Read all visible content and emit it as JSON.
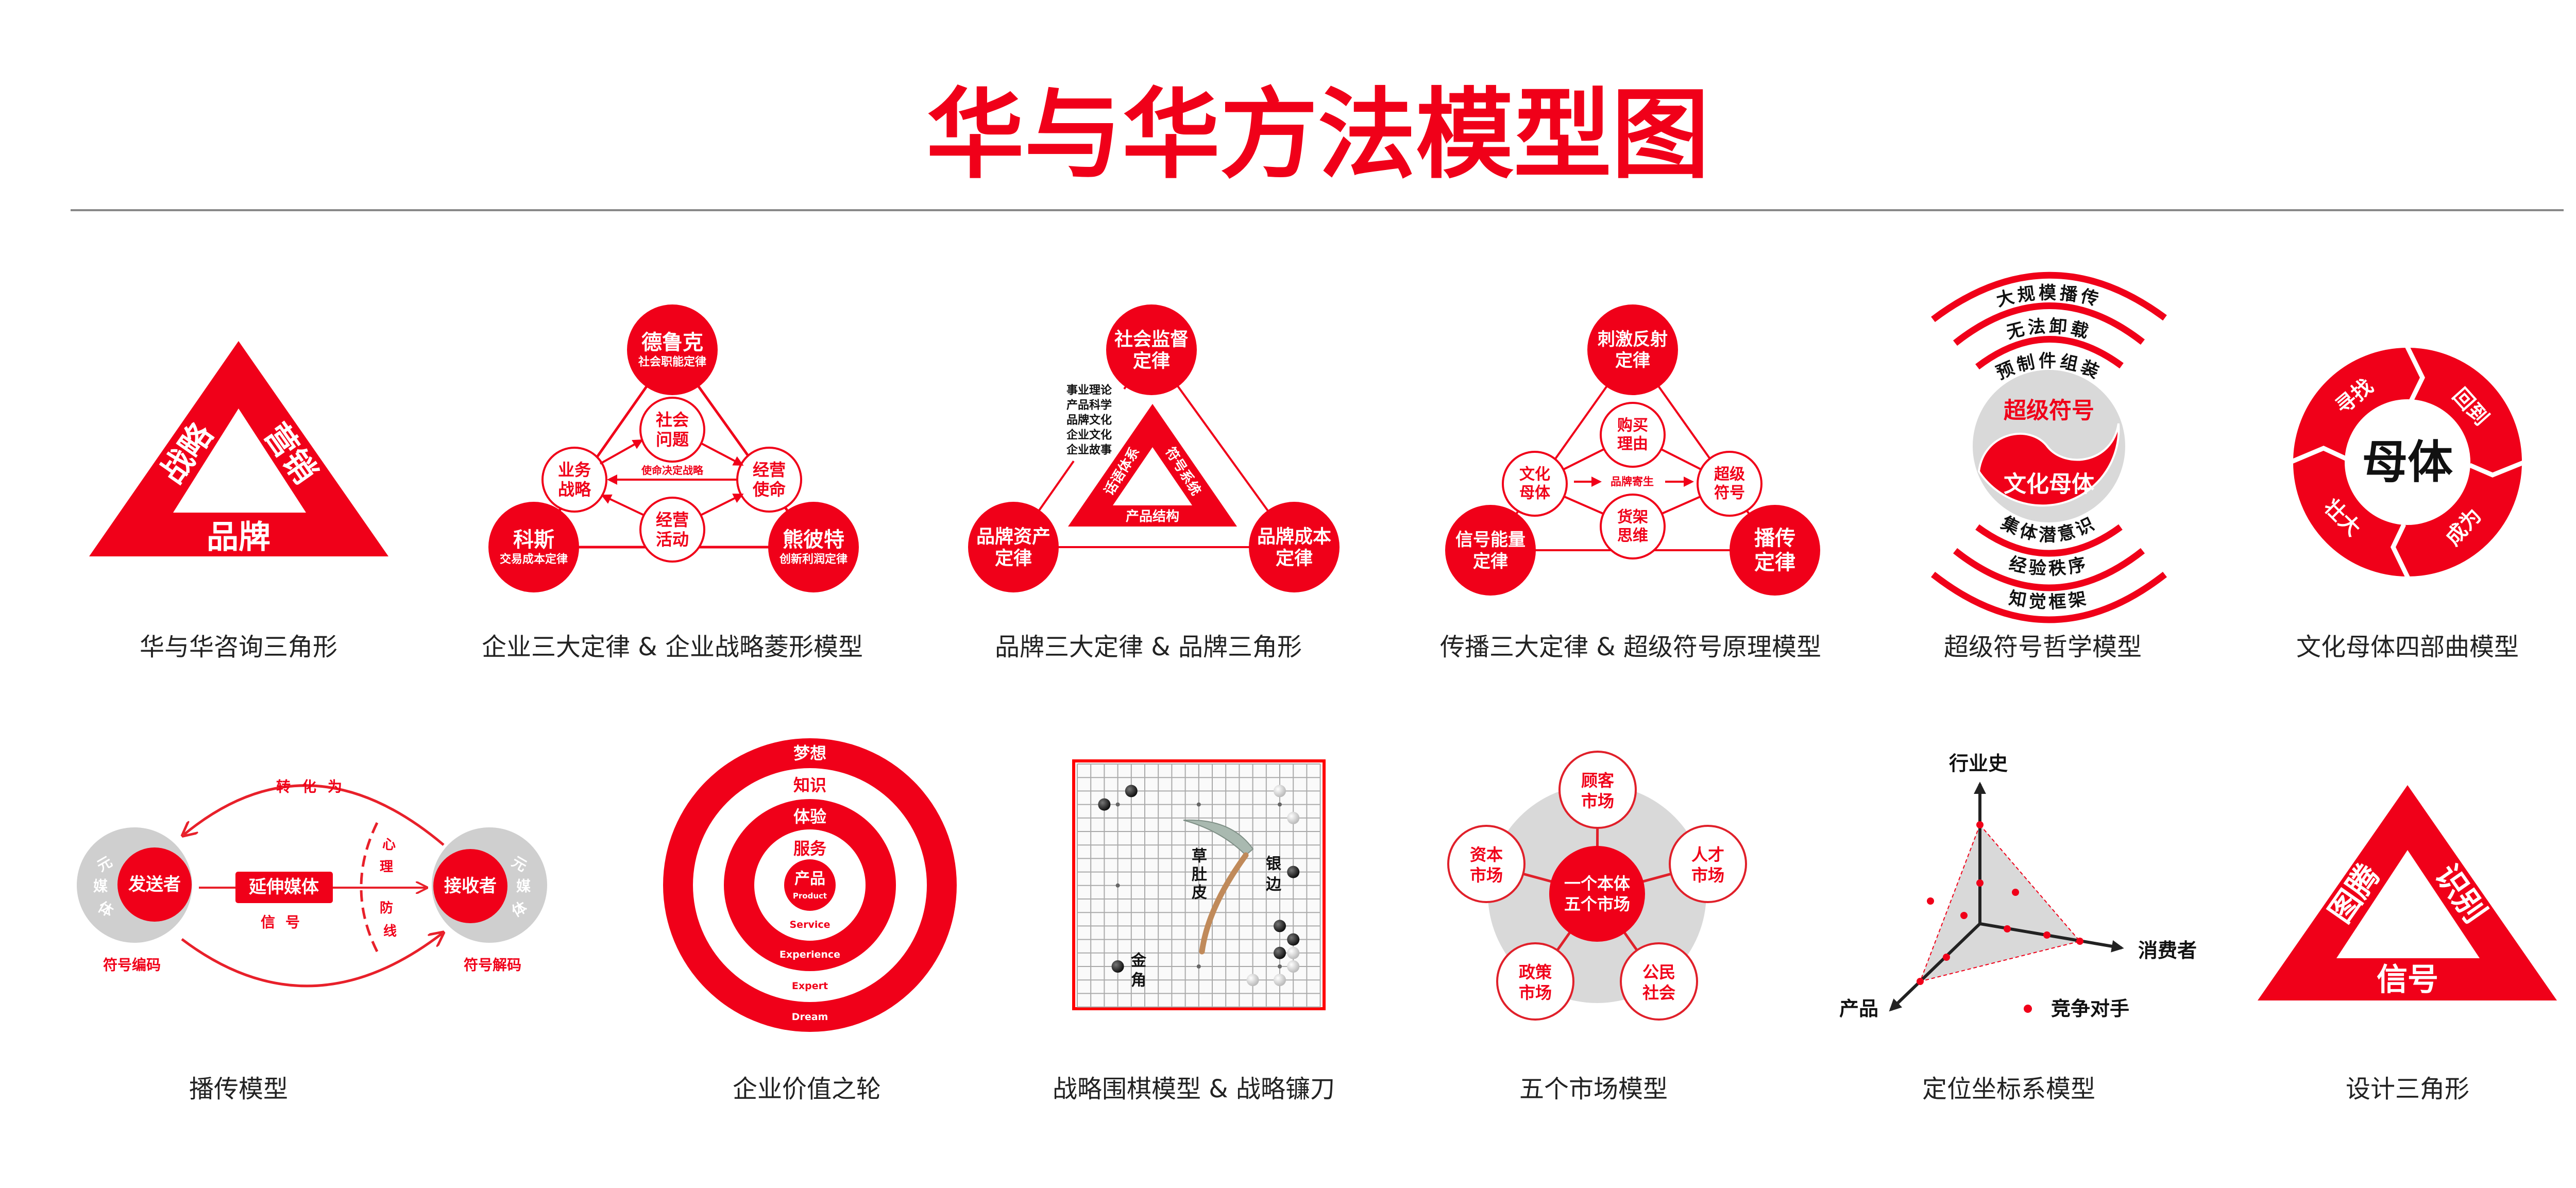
{
  "title": "华与华方法模型图",
  "colors": {
    "brand_red": "#f00019",
    "gray": "#d9d9d9",
    "text": "#222222"
  },
  "captions": {
    "row1": [
      "华与华咨询三角形",
      "企业三大定律 & 企业战略菱形模型",
      "品牌三大定律 & 品牌三角形",
      "传播三大定律 & 超级符号原理模型",
      "超级符号哲学模型",
      "文化母体四部曲模型"
    ],
    "row2": [
      "播传模型",
      "企业价值之轮",
      "战略围棋模型 & 战略镰刀",
      "五个市场模型",
      "定位坐标系模型",
      "设计三角形"
    ]
  },
  "hwh_triangle": {
    "left": "战略",
    "right": "营销",
    "bottom": "品牌"
  },
  "enterprise": {
    "top": {
      "name": "德鲁克",
      "law": "社会职能定律"
    },
    "left": {
      "name": "科斯",
      "law": "交易成本定律"
    },
    "right": {
      "name": "熊彼特",
      "law": "创新利润定律"
    },
    "inner_top": [
      "社会",
      "问题"
    ],
    "inner_left": [
      "业务",
      "战略"
    ],
    "inner_right": [
      "经营",
      "使命"
    ],
    "inner_bottom": [
      "经营",
      "活动"
    ],
    "arrow_label": "使命决定战略"
  },
  "brand": {
    "top": [
      "社会监督",
      "定律"
    ],
    "left": [
      "品牌资产",
      "定律"
    ],
    "right": [
      "品牌成本",
      "定律"
    ],
    "tri_left": "话语体系",
    "tri_right": "符号系统",
    "tri_bottom": "产品结构",
    "list": [
      "事业理论",
      "产品科学",
      "品牌文化",
      "企业文化",
      "企业故事"
    ]
  },
  "communication": {
    "top": [
      "刺激反射",
      "定律"
    ],
    "left": [
      "信号能量",
      "定律"
    ],
    "right": [
      "播传",
      "定律"
    ],
    "inner_top": [
      "购买",
      "理由"
    ],
    "inner_left": [
      "文化",
      "母体"
    ],
    "inner_right": [
      "超级",
      "符号"
    ],
    "inner_bottom": [
      "货架",
      "思维"
    ],
    "middle": "品牌寄生"
  },
  "super_symbol": {
    "top_arcs": [
      "大规模播传",
      "无法卸载",
      "预制件组装"
    ],
    "center_top": "超级符号",
    "center_bottom": "文化母体",
    "bottom_arcs": [
      "集体潜意识",
      "经验秩序",
      "知觉框架"
    ]
  },
  "culture_mother": {
    "center": "母体",
    "segments": [
      "寻找",
      "回到",
      "成为",
      "壮大"
    ]
  },
  "broadcast": {
    "sender": "发送者",
    "receiver": "接收者",
    "medium": "延伸媒体",
    "signal": "信号",
    "transform": "转化为",
    "encode": "符号编码",
    "decode": "符号解码",
    "meta_media": [
      "元",
      "媒",
      "体"
    ],
    "defense": [
      "心",
      "理",
      "防",
      "线"
    ]
  },
  "value_wheel": {
    "rings": [
      {
        "cn": "梦想",
        "en": "Dream"
      },
      {
        "cn": "知识",
        "en": "Expert"
      },
      {
        "cn": "体验",
        "en": "Experience"
      },
      {
        "cn": "服务",
        "en": "Service"
      },
      {
        "cn": "产品",
        "en": "Product"
      }
    ]
  },
  "go_board": {
    "size": 19,
    "labels": {
      "belly": [
        "草",
        "肚",
        "皮"
      ],
      "edge": [
        "银",
        "边"
      ],
      "corner": [
        "金",
        "角"
      ]
    },
    "stones": [
      {
        "color": "black",
        "col": 4,
        "row": 2
      },
      {
        "color": "black",
        "col": 2,
        "row": 3
      },
      {
        "color": "white",
        "col": 15,
        "row": 2
      },
      {
        "color": "white",
        "col": 16,
        "row": 4
      },
      {
        "color": "black",
        "col": 16,
        "row": 8
      },
      {
        "color": "black",
        "col": 15,
        "row": 12
      },
      {
        "color": "black",
        "col": 16,
        "row": 13
      },
      {
        "color": "black",
        "col": 15,
        "row": 14
      },
      {
        "color": "white",
        "col": 16,
        "row": 14
      },
      {
        "color": "white",
        "col": 16,
        "row": 15
      },
      {
        "color": "white",
        "col": 13,
        "row": 16
      },
      {
        "color": "white",
        "col": 15,
        "row": 16
      },
      {
        "color": "black",
        "col": 3,
        "row": 15
      }
    ],
    "star_points": [
      [
        3,
        3
      ],
      [
        9,
        3
      ],
      [
        15,
        3
      ],
      [
        3,
        9
      ],
      [
        9,
        15
      ],
      [
        15,
        15
      ]
    ]
  },
  "five_markets": {
    "center": [
      "一个本体",
      "五个市场"
    ],
    "markets": [
      [
        "顾客",
        "市场"
      ],
      [
        "人才",
        "市场"
      ],
      [
        "公民",
        "社会"
      ],
      [
        "政策",
        "市场"
      ],
      [
        "资本",
        "市场"
      ]
    ]
  },
  "positioning": {
    "y_axis": "行业史",
    "x_axis": "消费者",
    "z_axis": "产品",
    "legend": "竞争对手"
  },
  "design_triangle": {
    "left": "图腾",
    "right": "识别",
    "bottom": "信号"
  }
}
